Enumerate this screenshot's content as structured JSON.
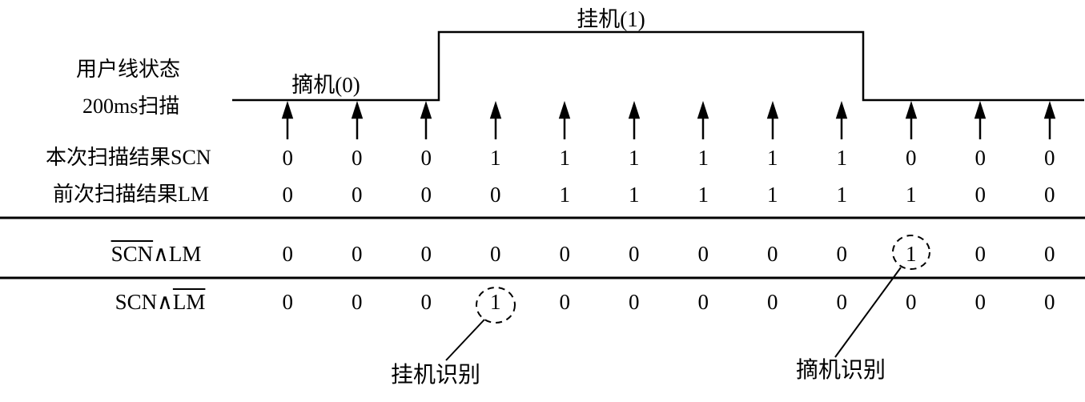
{
  "diagram": {
    "colors": {
      "ink": "#000000",
      "background": "#ffffff"
    },
    "waveform": {
      "high_label": "挂机(1)",
      "low_label": "摘机(0)"
    },
    "left_labels": {
      "line_state": "用户线状态",
      "scan_period": "200ms扫描",
      "scn_row": "本次扫描结果SCN",
      "lm_row": "前次扫描结果LM"
    },
    "formulas": {
      "scnbar_and_lm": {
        "overline_part": "SCN",
        "rest_part": "∧LM"
      },
      "scn_and_lmbar": {
        "pre_part": "SCN∧",
        "overline_part": "LM"
      }
    },
    "rows": {
      "scn": [
        "0",
        "0",
        "0",
        "1",
        "1",
        "1",
        "1",
        "1",
        "1",
        "0",
        "0",
        "0"
      ],
      "lm": [
        "0",
        "0",
        "0",
        "0",
        "1",
        "1",
        "1",
        "1",
        "1",
        "1",
        "0",
        "0"
      ],
      "scnbar_and_lm": [
        "0",
        "0",
        "0",
        "0",
        "0",
        "0",
        "0",
        "0",
        "0",
        "1",
        "0",
        "0"
      ],
      "scn_and_lmbar": [
        "0",
        "0",
        "0",
        "1",
        "0",
        "0",
        "0",
        "0",
        "0",
        "0",
        "0",
        "0"
      ]
    },
    "annotations": {
      "onhook_detect": "挂机识别",
      "offhook_detect": "摘机识别"
    }
  }
}
